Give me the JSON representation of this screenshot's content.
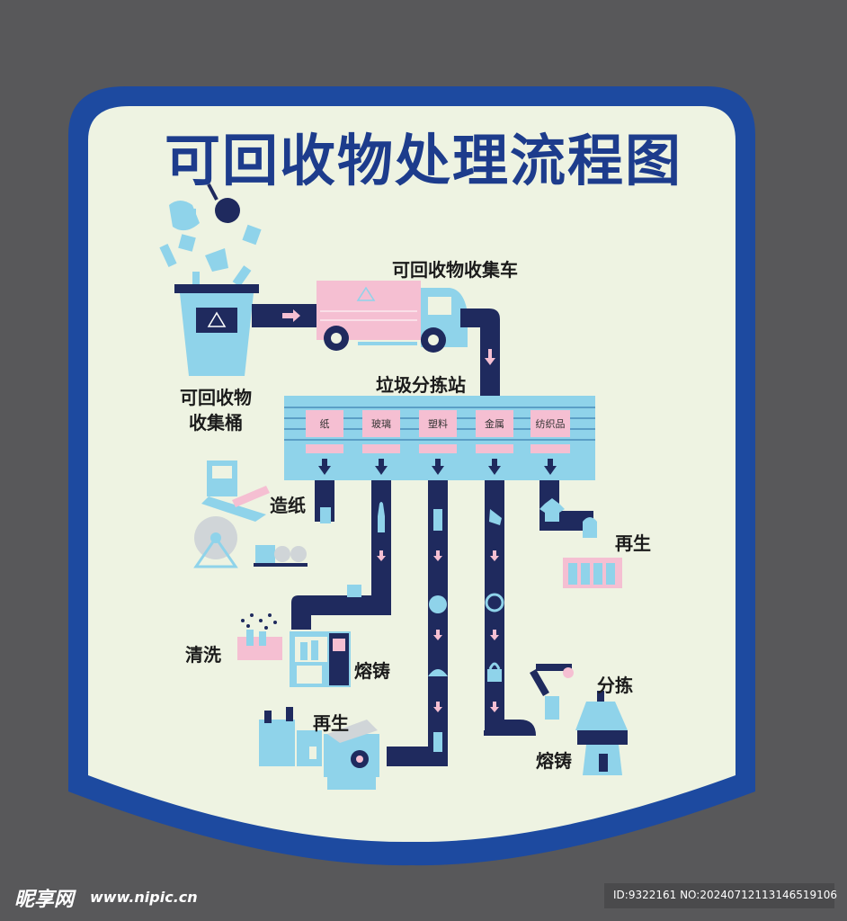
{
  "title": "可回收物处理流程图",
  "labels": {
    "truck": "可回收物收集车",
    "bin_line1": "可回收物",
    "bin_line2": "收集桶",
    "station": "垃圾分拣站",
    "papermaking": "造纸",
    "regenerate_textile": "再生",
    "cleaning": "清洗",
    "melting_glass": "熔铸",
    "regenerate_plastic": "再生",
    "sorting_metal": "分拣",
    "melting_metal": "熔铸"
  },
  "categories": [
    "纸",
    "玻璃",
    "塑料",
    "金属",
    "纺织品"
  ],
  "watermark": {
    "brand": "昵享网",
    "url": "www.nipic.cn",
    "id_text": "ID:9322161 NO:20240712113146519106"
  },
  "colors": {
    "background": "#58585a",
    "frame": "#1d4aa0",
    "panel": "#eef3e2",
    "light_blue": "#8fd3ea",
    "navy": "#1f2a5e",
    "pink": "#f5bfd2"
  }
}
